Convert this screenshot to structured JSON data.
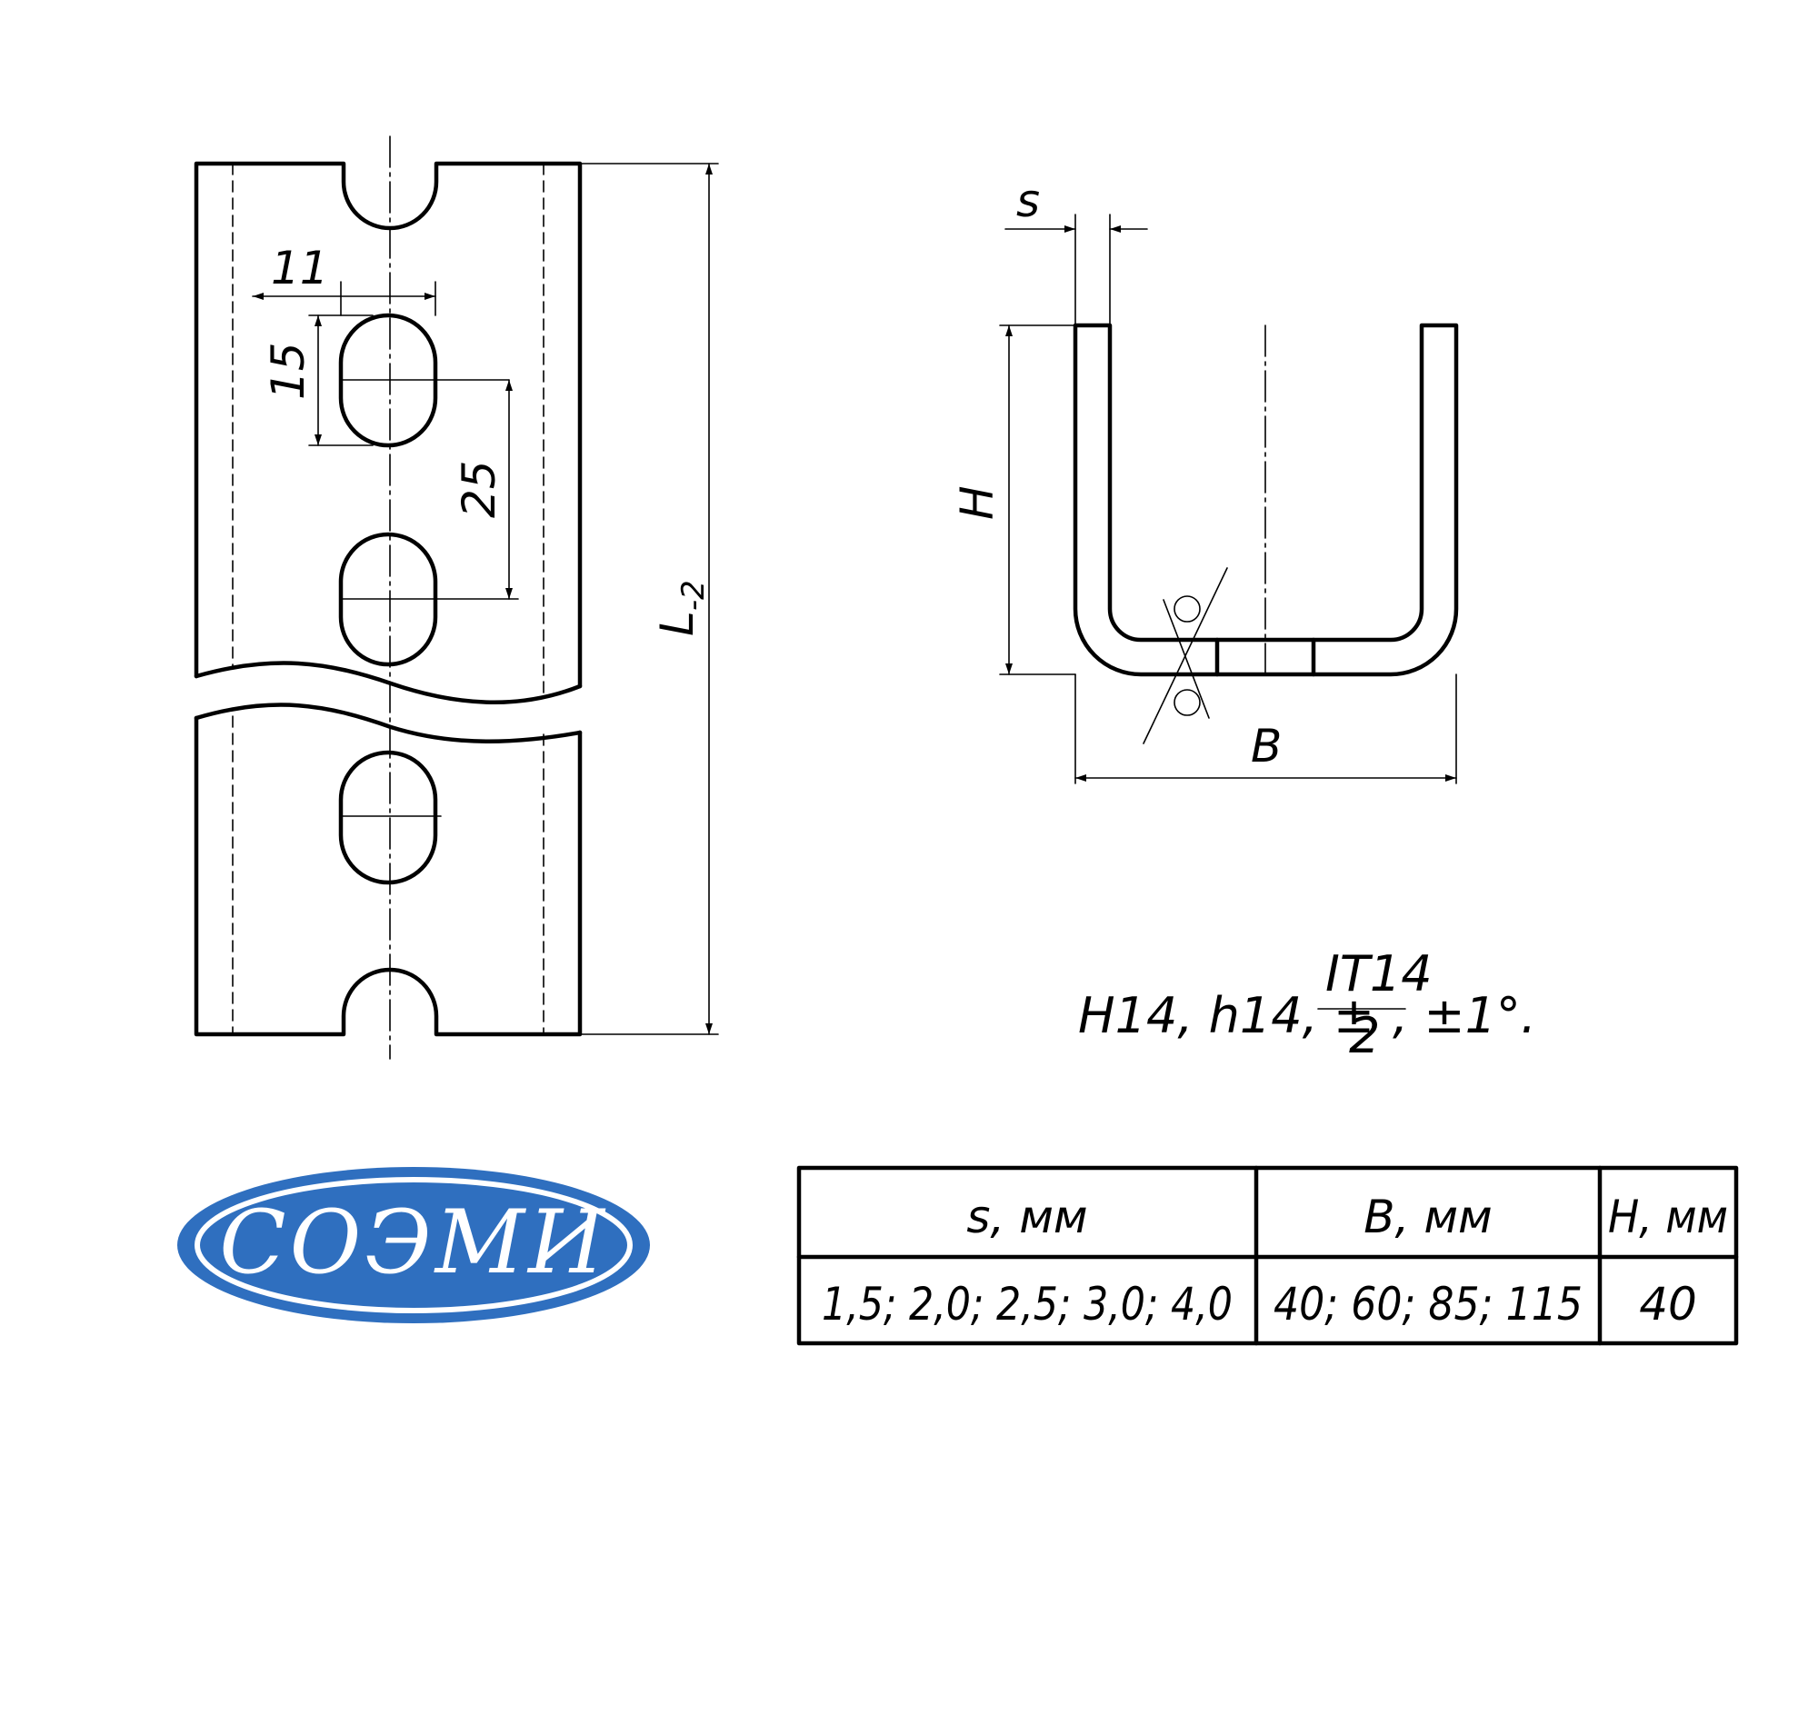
{
  "dimensions": {
    "slot_width": "11",
    "slot_height": "15",
    "slot_pitch": "25",
    "length": "L",
    "length_sub": "-2",
    "thickness": "s",
    "height": "H",
    "width": "B"
  },
  "tolerance": {
    "prefix": "H14, h14, ±",
    "numerator": "IT14",
    "denominator": "2",
    "suffix": ", ±1°."
  },
  "logo": {
    "text": "СОЭМИ",
    "colors": {
      "fill": "#2f6fbf",
      "ring": "#ffffff",
      "outline": "#2f6fbf"
    }
  },
  "table": {
    "headers": [
      "s, мм",
      "B, мм",
      "H, мм"
    ],
    "values": [
      "1,5; 2,0; 2,5; 3,0; 4,0",
      "40; 60; 85; 115",
      "40"
    ]
  }
}
